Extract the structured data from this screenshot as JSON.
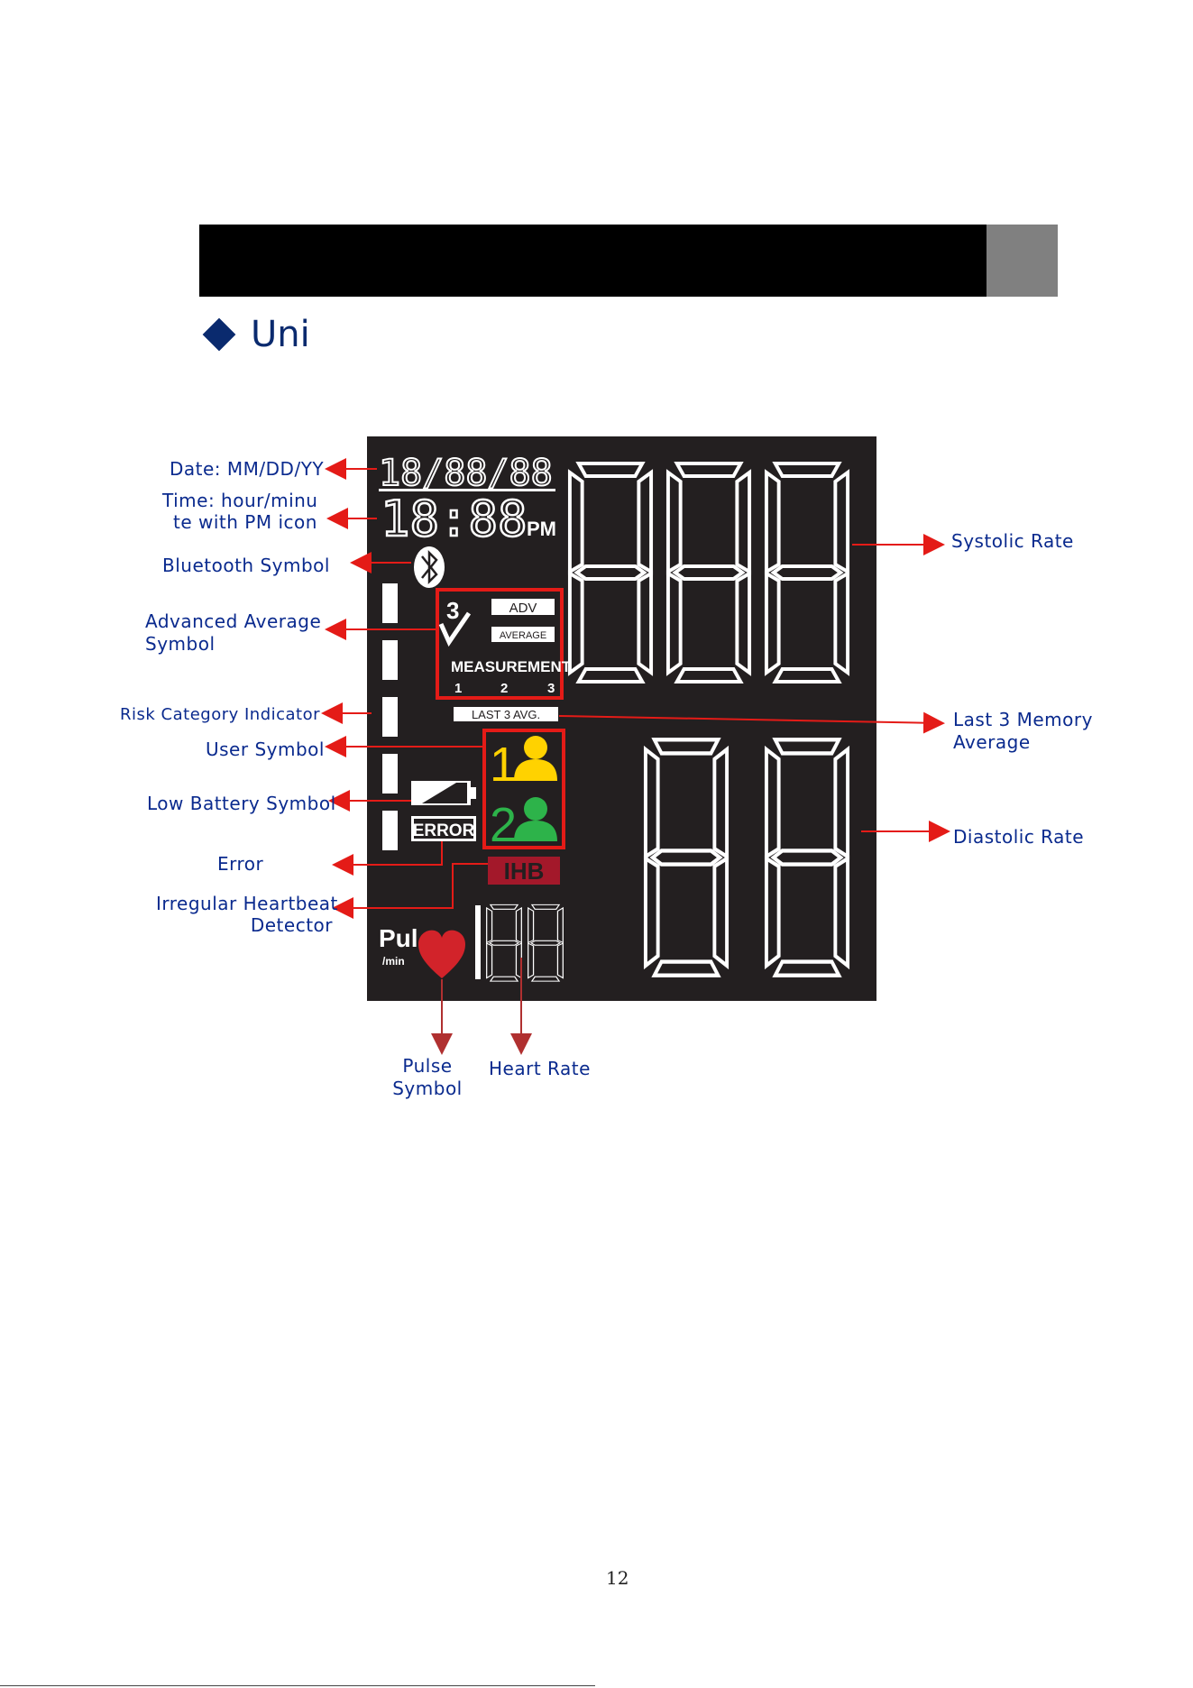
{
  "section": {
    "heading": "Uni"
  },
  "lcd": {
    "date_digits": "18/88/88",
    "time_digits": "18:88",
    "pm": "PM",
    "check_count": "3",
    "adv": "ADV",
    "average": "AVERAGE",
    "measurement": "MEASUREMENT",
    "m1": "1",
    "m2": "2",
    "m3": "3",
    "last3": "LAST 3 AVG.",
    "user1": "1",
    "user2": "2",
    "error": "ERROR",
    "ihb": "IHB",
    "pul": "Pul",
    "per_min": "/min",
    "colors": {
      "lcd_bg": "#231f20",
      "segment": "#ffffff",
      "user1": "#ffd200",
      "user2": "#2db34a",
      "ihb": "#a3182a",
      "heart": "#d2232a",
      "arrow": "#e41b17",
      "label": "#0a2a8e"
    }
  },
  "labels": {
    "date": "Date: MM/DD/YY",
    "time_line1": "Time: hour/minu",
    "time_line2": "te with PM icon",
    "bluetooth": "Bluetooth Symbol",
    "adv_line1": "Advanced Average",
    "adv_line2": "Symbol",
    "risk": "Risk Category Indicator",
    "user": "User Symbol",
    "battery": "Low Battery Symbol",
    "error": "Error",
    "ihb_line1": "Irregular Heartbeat",
    "ihb_line2": "Detector",
    "pulse_line1": "Pulse",
    "pulse_line2": "Symbol",
    "heart_rate": "Heart Rate",
    "systolic": "Systolic Rate",
    "last3_line1": "Last 3 Memory",
    "last3_line2": "Average",
    "diastolic": "Diastolic Rate"
  },
  "page_number": "12"
}
